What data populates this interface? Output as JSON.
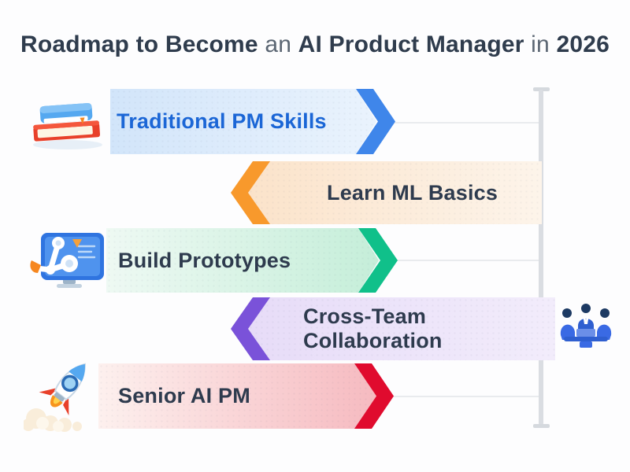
{
  "title": {
    "segments": [
      {
        "text": "Roadmap to Become ",
        "emphasis": "bold"
      },
      {
        "text": "an ",
        "emphasis": "normal"
      },
      {
        "text": "AI Product Manager ",
        "emphasis": "bold"
      },
      {
        "text": "in ",
        "emphasis": "normal"
      },
      {
        "text": "2026",
        "emphasis": "bold"
      }
    ]
  },
  "steps": [
    {
      "label": "Traditional PM Skills",
      "direction": "right",
      "icon": "books-icon",
      "accent": "#3f86ea",
      "band_from": "#d2e5fa",
      "band_to": "#eaf3fd",
      "label_color": "#1b66d6"
    },
    {
      "label": "Learn ML Basics",
      "direction": "left",
      "icon": null,
      "accent": "#f8992c",
      "band_from": "#fbe3ca",
      "band_to": "#fdf4ea",
      "label_color": "#2e3b4e"
    },
    {
      "label": "Build Prototypes",
      "direction": "right",
      "icon": "robot-board-icon",
      "accent": "#10c08a",
      "band_from": "#eef9f3",
      "band_to": "#c5eed9",
      "label_color": "#2e3b4e"
    },
    {
      "label": "Cross-Team Collaboration",
      "direction": "left",
      "icon": "people-icon",
      "accent": "#7a52d9",
      "band_from": "#e7dcf8",
      "band_to": "#f2ecfb",
      "label_color": "#2e3b4e"
    },
    {
      "label": "Senior AI PM",
      "direction": "right",
      "icon": "rocket-icon",
      "accent": "#e00b2e",
      "band_from": "#fdf0ee",
      "band_to": "#f6bac0",
      "label_color": "#2e3b4e"
    }
  ],
  "timeline": {
    "bar_color": "#dadde2",
    "connector_color": "#e9ebee"
  }
}
